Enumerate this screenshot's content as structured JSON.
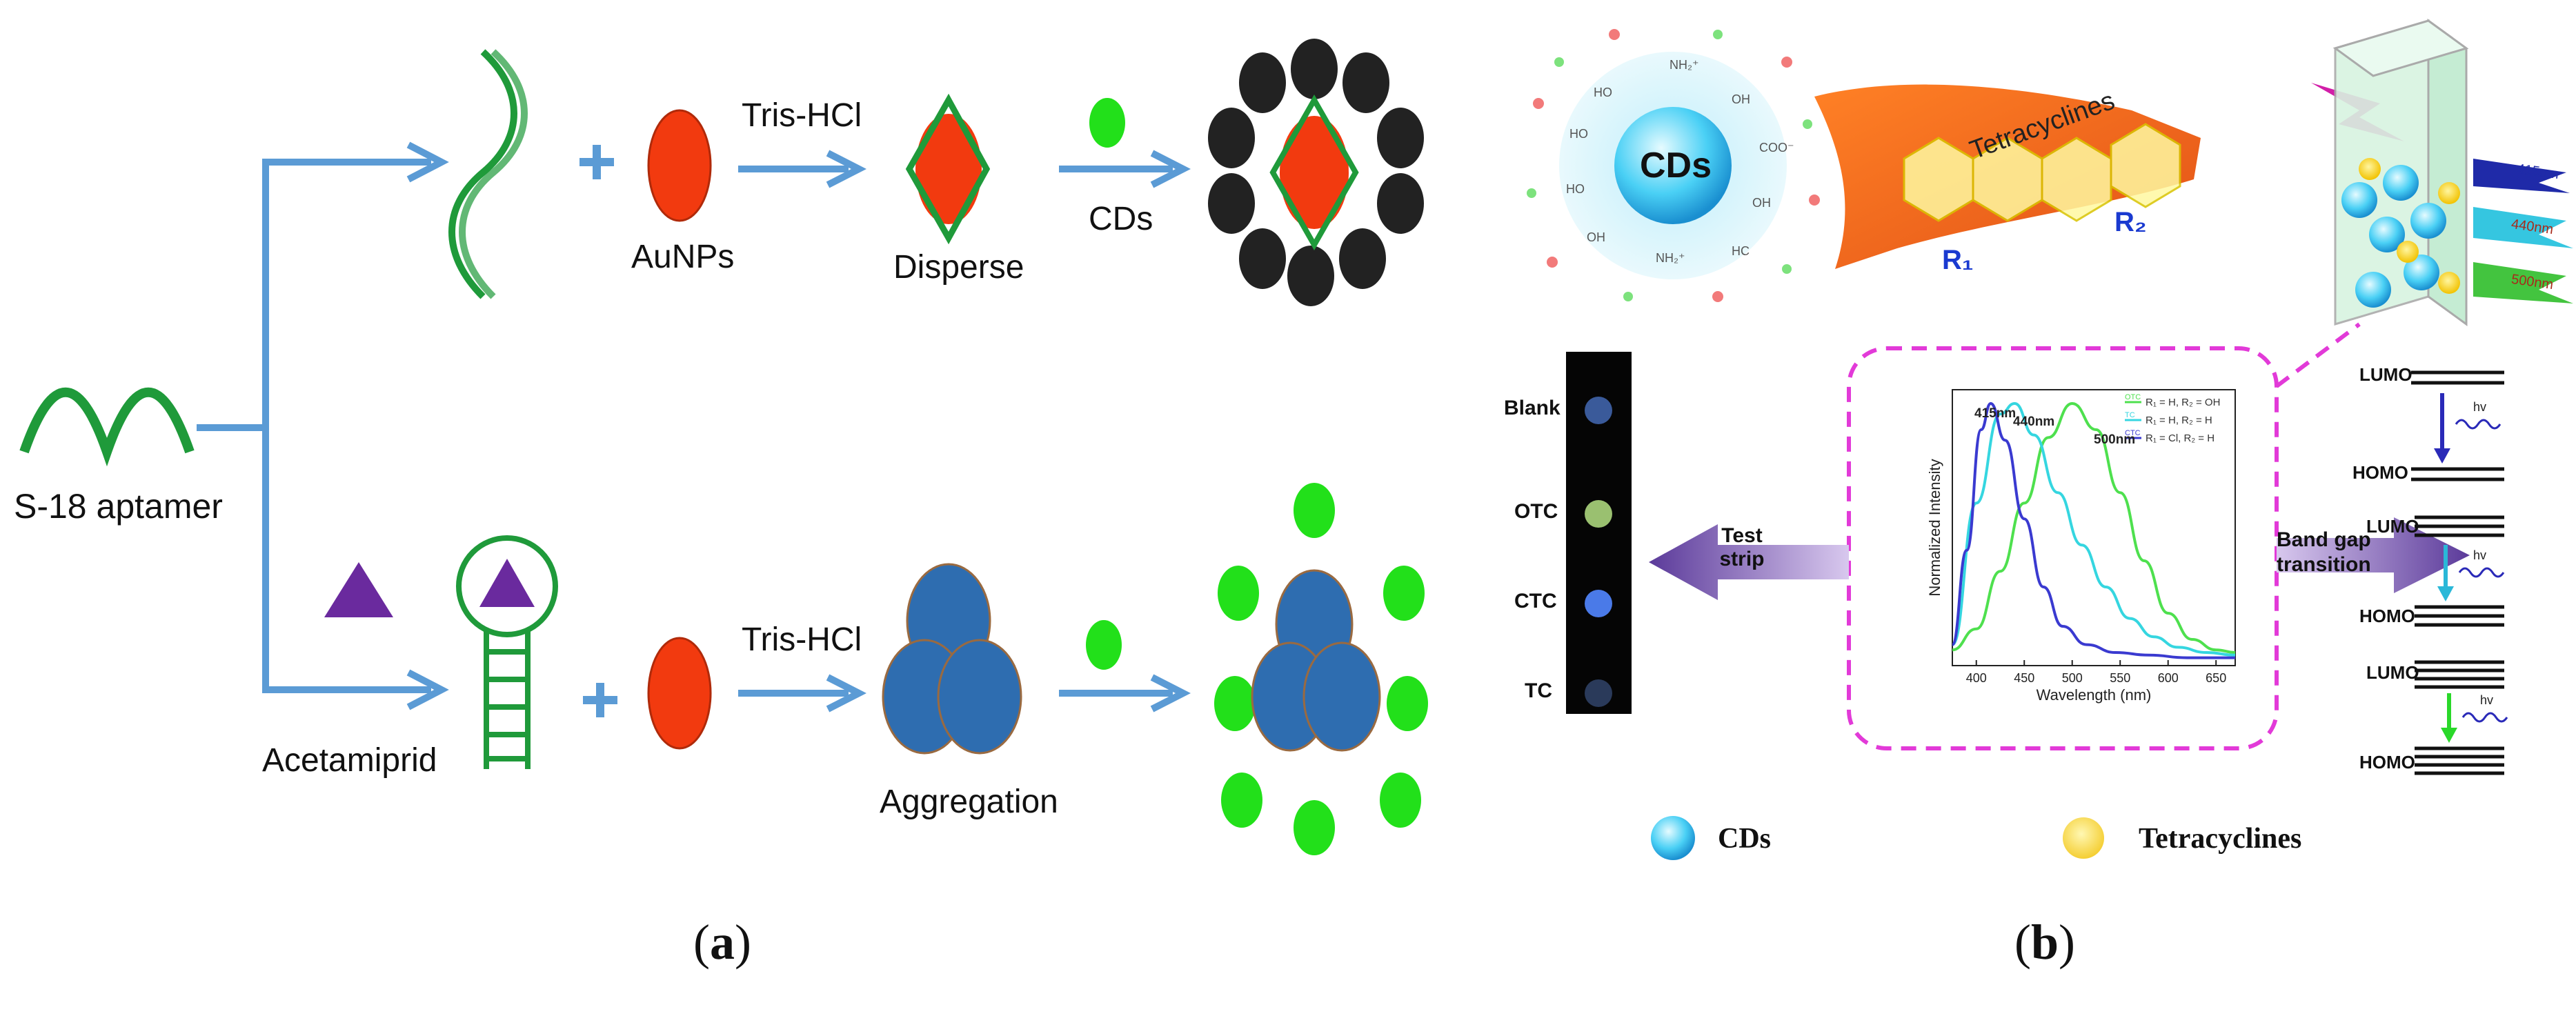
{
  "panel_a": {
    "aptamer_label": "S-18 aptamer",
    "aunps_label": "AuNPs",
    "tris_top": "Tris-HCl",
    "disperse_label": "Disperse",
    "cds_label": "CDs",
    "acetamiprid_label": "Acetamiprid",
    "tris_bottom": "Tris-HCl",
    "aggregation_label": "Aggregation",
    "plus_top": "+",
    "plus_bottom": "+",
    "caption_letter": "a",
    "colors": {
      "arrow": "#5b9bd5",
      "aunp": "#f23a0f",
      "cd": "#22e01a",
      "aggregate": "#2e6db0",
      "helix": "#1f9a3a",
      "triangle": "#6a2a9e"
    }
  },
  "panel_b": {
    "cds_sphere_label": "CDs",
    "tetracyclines_ribbon": "Tetracyclines",
    "r1": "R₁",
    "r2": "R₂",
    "emission_labels": [
      "415nm",
      "440nm",
      "500nm"
    ],
    "strip": {
      "labels": [
        "Blank",
        "OTC",
        "CTC",
        "TC"
      ],
      "arrow_text": "Test strip"
    },
    "band_gap_text": "Band gap transition",
    "energy_levels": {
      "lumo": "LUMO",
      "homo": "HOMO",
      "hv": "hv"
    },
    "legend": {
      "cds": "CDs",
      "tetracyclines": "Tetracyclines"
    },
    "caption_letter": "b"
  },
  "chart_data": {
    "type": "line",
    "xlabel": "Wavelength (nm)",
    "ylabel": "Normalized Intensity",
    "xlim": [
      375,
      670
    ],
    "xticks": [
      400,
      450,
      500,
      550,
      600,
      650
    ],
    "peak_labels": [
      "415nm",
      "440nm",
      "500nm"
    ],
    "series": [
      {
        "name": "OTC",
        "legend_formula": "R₁ = H, R₂ = OH",
        "color": "#4ee04e",
        "x": [
          375,
          400,
          425,
          450,
          475,
          500,
          525,
          550,
          575,
          600,
          625,
          650,
          670
        ],
        "y": [
          0.06,
          0.14,
          0.36,
          0.62,
          0.87,
          1.0,
          0.9,
          0.66,
          0.4,
          0.2,
          0.1,
          0.06,
          0.05
        ]
      },
      {
        "name": "TC",
        "legend_formula": "R₁ = H, R₂ = H",
        "color": "#35d6e0",
        "x": [
          375,
          400,
          425,
          440,
          460,
          485,
          510,
          535,
          560,
          585,
          610,
          640,
          670
        ],
        "y": [
          0.08,
          0.62,
          0.96,
          1.0,
          0.88,
          0.66,
          0.46,
          0.3,
          0.18,
          0.11,
          0.07,
          0.05,
          0.04
        ]
      },
      {
        "name": "CTC",
        "legend_formula": "R₁ = Cl, R₂ = H",
        "color": "#3a3ad0",
        "x": [
          375,
          390,
          405,
          415,
          430,
          450,
          470,
          490,
          515,
          545,
          580,
          620,
          670
        ],
        "y": [
          0.08,
          0.44,
          0.9,
          1.0,
          0.86,
          0.56,
          0.3,
          0.15,
          0.08,
          0.05,
          0.04,
          0.03,
          0.03
        ]
      }
    ]
  }
}
